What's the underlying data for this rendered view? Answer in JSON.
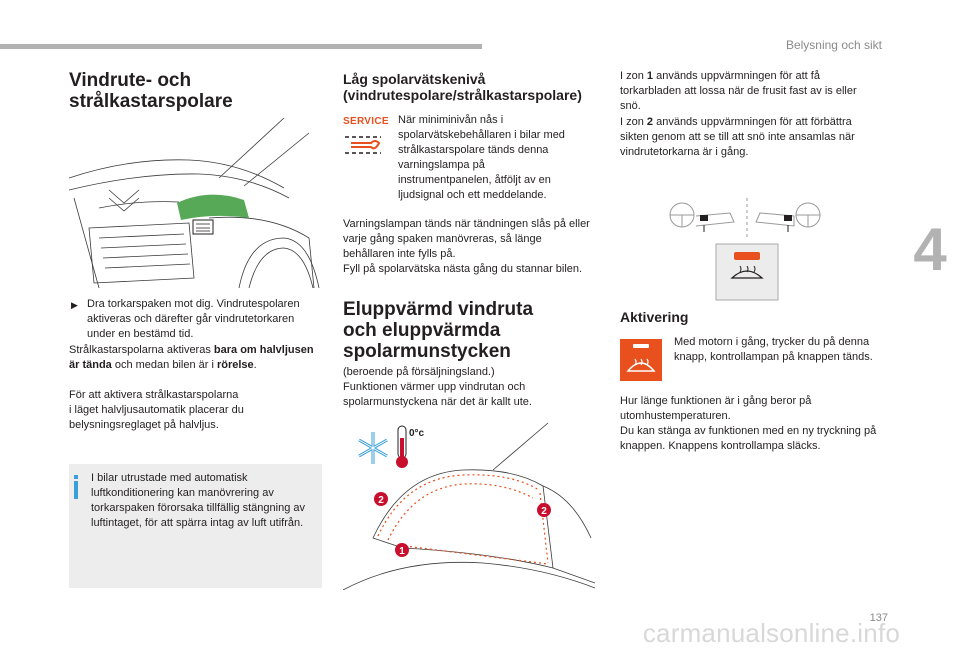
{
  "header": {
    "section": "Belysning och sikt"
  },
  "chapter": "4",
  "page_number": "137",
  "watermark": "carmanualsonline.info",
  "col1": {
    "title": "Vindrute- och\nstrålkastarspolare",
    "bullet": "Dra torkarspaken mot dig. Vindrutespolaren aktiveras och därefter går vindrutetorkaren under en bestämd tid.",
    "p1_a": "Strålkastarspolarna aktiveras ",
    "p1_b": "bara om halvljusen är tända",
    "p1_c": " och medan bilen är i ",
    "p1_d": "rörelse",
    "p1_e": ".",
    "p2": "För att aktivera strålkastarspolarna\ni läget halvljusautomatik placerar du belysningsreglaget på halvljus.",
    "info": "I bilar utrustade med automatisk luftkonditionering kan manövrering av torkarspaken förorsaka tillfällig stängning av luftintaget, för att spärra intag av luft utifrån."
  },
  "col2": {
    "title1": "Låg spolarvätskenivå\n(vindrutespolare/strålkastarspolare)",
    "service_label": "SERVICE",
    "lamp_text": "När miniminivån nås i spolarvätskebehållaren i bilar med strålkastarspolare tänds denna varningslampa på instrumentpanelen, åtföljt av en ljudsignal och ett meddelande.",
    "p1": "Varningslampan tänds när tändningen slås på eller varje gång spaken manövreras, så länge behållaren inte fylls på.\nFyll på spolarvätska nästa gång du stannar bilen.",
    "title2": "Eluppvärmd vindruta\noch eluppvärmda\nspolarmunstycken",
    "p2": "(beroende på försäljningsland.)\nFunktionen värmer upp vindrutan och spolarmunstyckena när det är kallt ute.",
    "temp_label": "0°c",
    "zone1": "1",
    "zone2a": "2",
    "zone2b": "2"
  },
  "col3": {
    "p1_a": "I zon ",
    "p1_b": "1",
    "p1_c": " används uppvärmningen för att få torkarbladen att lossa när de frusit fast av is eller snö.",
    "p2_a": "I zon ",
    "p2_b": "2",
    "p2_c": " används uppvärmningen för att förbättra sikten genom att se till att snö inte ansamlas när vindrutetorkarna är i gång.",
    "title": "Aktivering",
    "act_text": "Med motorn i gång, trycker du på denna knapp, kontrollampan på knappen tänds.",
    "p3": "Hur länge funktionen är i gång beror på utomhustemperaturen.\nDu kan stänga av funktionen med en ny tryckning på knappen. Knappens kontrollampa släcks."
  },
  "colors": {
    "accent_orange": "#e8501e",
    "info_blue": "#3a9fd8",
    "grey_bar": "#b2b2b2"
  }
}
